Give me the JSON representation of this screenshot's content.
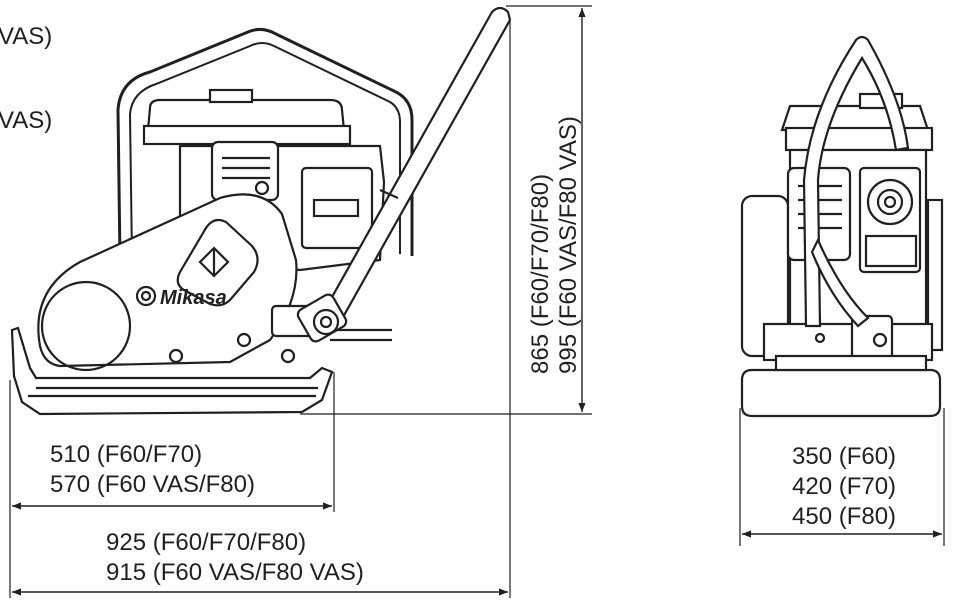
{
  "labels": {
    "partial_top_1": "VAS)",
    "partial_top_2": "VAS)",
    "side_length_short_1": "510 (F60/F70)",
    "side_length_short_2": "570 (F60 VAS/F80)",
    "side_length_total_1": "925 (F60/F70/F80)",
    "side_length_total_2": "915 (F60 VAS/F80 VAS)",
    "height_1": "865 (F60/F70/F80)",
    "height_2": "995 (F60 VAS/F80 VAS)",
    "width_1": "350 (F60)",
    "width_2": "420 (F70)",
    "width_3": "450 (F80)",
    "brand": "Mikasa"
  },
  "colors": {
    "ink": "#231f20",
    "paper": "#ffffff"
  }
}
